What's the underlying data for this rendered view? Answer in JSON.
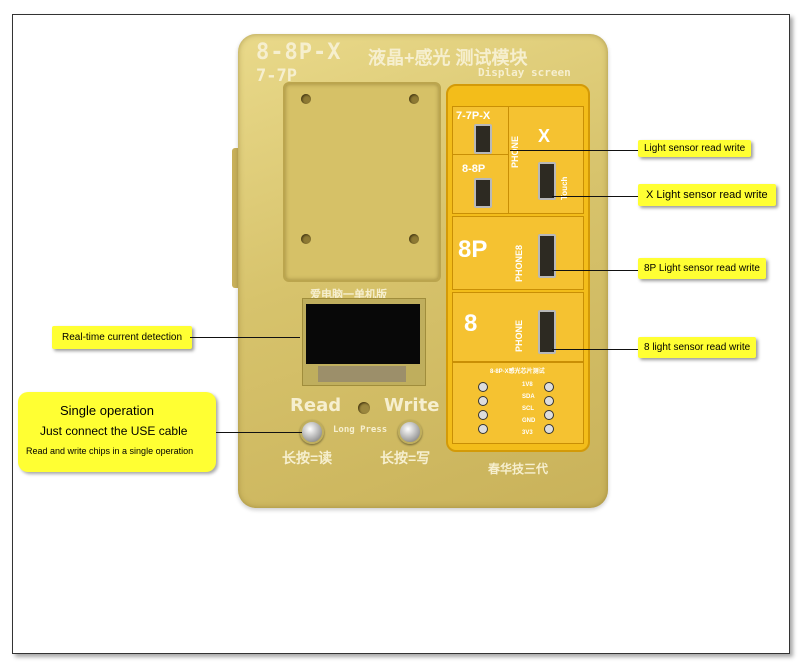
{
  "board": {
    "title": "8-8P-X",
    "title_cn": "液晶+感光 测试模块",
    "subtitle": "7-7P",
    "display_label": "Display screen",
    "holder_label": "爱电脑一单机版",
    "read_label": "Read",
    "write_label": "Write",
    "long_press": "Long Press",
    "read_cn": "长按=读",
    "write_cn": "长按=写",
    "footer_cn": "春华技三代"
  },
  "pcb": {
    "sec1_model": "7-7P-X",
    "sec1_model2": "8-8P",
    "sec1_phone": "PHONE",
    "sec1_x": "X",
    "sec1_touch": "Touch",
    "sec2_model": "8P",
    "sec2_phone": "PHONE8",
    "sec3_model": "8",
    "sec3_phone": "PHONE",
    "sec4_header": "8-8P-X感光芯片测试",
    "pins": [
      "1V8",
      "SDA",
      "SCL",
      "GND",
      "3V3"
    ]
  },
  "callouts": {
    "light_sensor": "Light sensor read write",
    "x_light_sensor": "X Light sensor read write",
    "p8_light_sensor": "8P Light sensor read write",
    "eight_light_sensor": "8 light sensor read write",
    "current_detection": "Real-time current detection",
    "single_operation": "Single operation",
    "connect_use": "Just connect the USE cable",
    "read_write_chips": "Read and write chips in a single operation"
  },
  "colors": {
    "callout_bg": "#ffff33",
    "board_gold": "#d7c36c",
    "pcb_yellow": "#f3bd1a"
  }
}
